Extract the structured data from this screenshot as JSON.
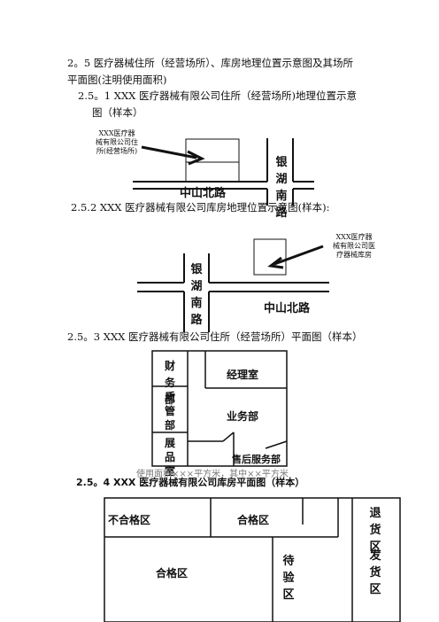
{
  "heading": {
    "line1": "2。5 医疗器械住所（经营场所）、库房地理位置示意图及其场所",
    "line2": "平面图(注明使用面积)"
  },
  "sec_251": {
    "line1": "2.5。1 XXX 医疗器械有限公司住所（经营场所)地理位置示意",
    "line2": "图（样本）",
    "map": {
      "callout": [
        "XXX医疗器",
        "械有限公司住",
        "所(经营场所)"
      ],
      "road_h": "中山北路",
      "road_v": "银湖南路"
    }
  },
  "sec_252": {
    "title": "2.5.2 XXX 医疗器械有限公司库房地理位置示意图(样本):",
    "map": {
      "callout": [
        "XXX医疗器",
        "械有限公司医",
        "疗器械库房"
      ],
      "road_h": "中山北路",
      "road_v": "银湖南路"
    }
  },
  "sec_253": {
    "title": "2.5。3 XXX 医疗器械有限公司住所（经营场所）平面图（样本）",
    "rooms": {
      "finance": "财务部",
      "quality": "质管部",
      "showroom": "展品室",
      "manager": "经理室",
      "sales": "业务部",
      "aftersales": "售后服务部"
    },
    "note": "使用面积×××平方米，其中××平方米"
  },
  "sec_254": {
    "title": "2.5。4 XXX 医疗器械有限公司库房平面图（样本）",
    "zones": {
      "unqualified": "不合格区",
      "qualified_top": "合格区",
      "qualified_main": "合格区",
      "pending": "待验区",
      "returns": "退货区",
      "shipping": "发货区"
    }
  }
}
